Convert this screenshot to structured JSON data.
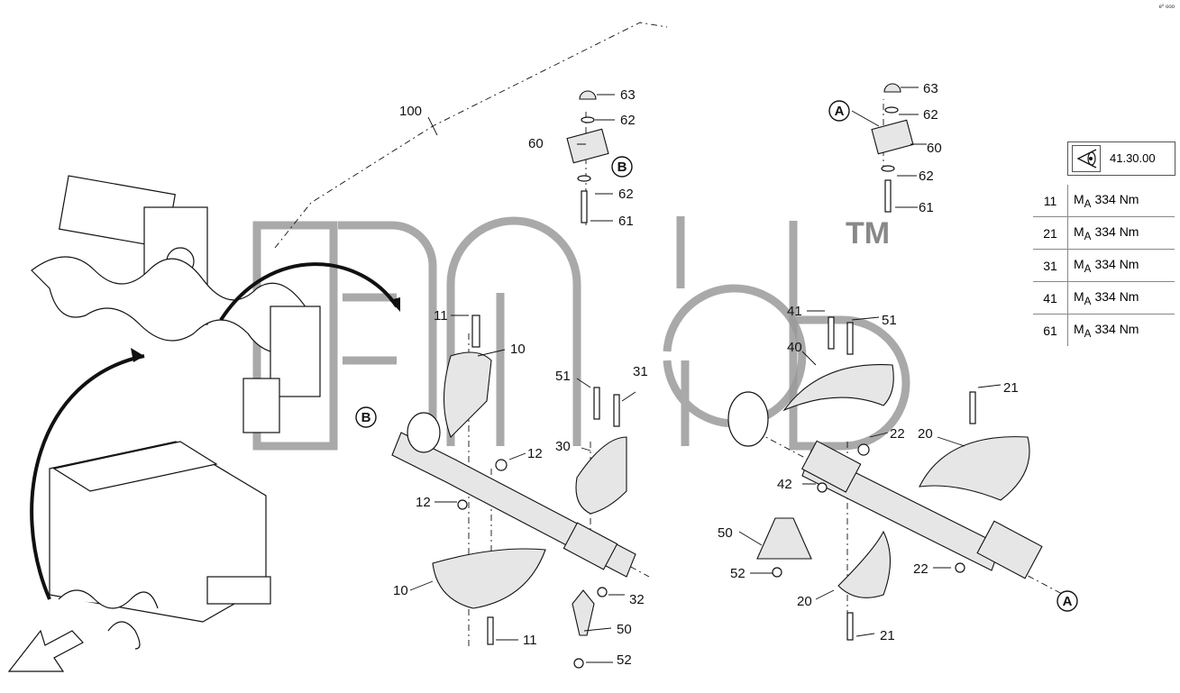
{
  "watermark": {
    "text": "ЯМЭ",
    "trademark": "TM"
  },
  "corner_code": "e⁰ ooo",
  "reference": {
    "icon": "eye-reference-icon",
    "code": "41.30.00"
  },
  "torque_table": {
    "rows": [
      {
        "part": "11",
        "symbol": "M",
        "sub": "A",
        "value": "334 Nm"
      },
      {
        "part": "21",
        "symbol": "M",
        "sub": "A",
        "value": "334 Nm"
      },
      {
        "part": "31",
        "symbol": "M",
        "sub": "A",
        "value": "334 Nm"
      },
      {
        "part": "41",
        "symbol": "M",
        "sub": "A",
        "value": "334 Nm"
      },
      {
        "part": "61",
        "symbol": "M",
        "sub": "A",
        "value": "334 Nm"
      }
    ]
  },
  "callouts": {
    "c100": "100",
    "c63a": "63",
    "c62a": "62",
    "c60a": "60",
    "c62b": "62",
    "c61a": "61",
    "c63b": "63",
    "c62c": "62",
    "c60b": "60",
    "c62d": "62",
    "c61b": "61",
    "c11a": "11",
    "c10a": "10",
    "c51a": "51",
    "c31": "31",
    "c30": "30",
    "c12a": "12",
    "c12b": "12",
    "c10b": "10",
    "c11b": "11",
    "c32": "32",
    "c50a": "50",
    "c52a": "52",
    "c41a": "41",
    "c51b": "51",
    "c40": "40",
    "c21a": "21",
    "c22a": "22",
    "c20a": "20",
    "c42": "42",
    "c50b": "50",
    "c52b": "52",
    "c20b": "20",
    "c22b": "22",
    "c21b": "21"
  },
  "markers": {
    "b_top": "B",
    "b_left": "B",
    "a_top": "A",
    "a_right": "A"
  }
}
